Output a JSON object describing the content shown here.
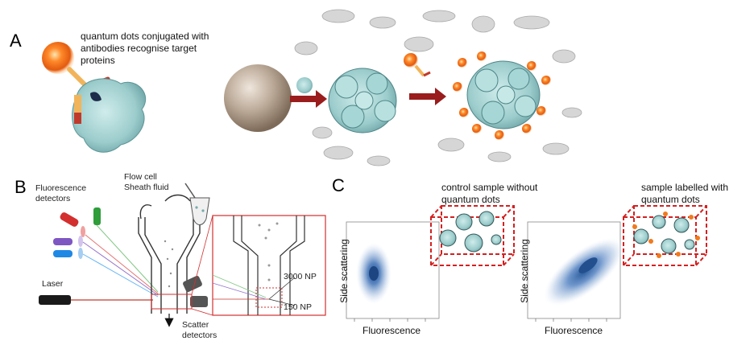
{
  "panels": {
    "a": {
      "letter": "A",
      "caption": "quantum dots conjugated with antibodies recognise target proteins"
    },
    "b": {
      "letter": "B",
      "fluorescence_detectors": "Fluorescence detectors",
      "flow_cell": "Flow cell",
      "sheath_fluid": "Sheath fluid",
      "laser": "Laser",
      "scatter_detectors": "Scatter detectors",
      "np_3000": "3000 NP",
      "np_150": "150 NP"
    },
    "c": {
      "letter": "C",
      "control_caption": "control sample without quantum dots",
      "labelled_caption": "sample labelled with quantum dots",
      "plot_left": {
        "ylabel": "Side scattering",
        "xlabel": "Fluorescence"
      },
      "plot_right": {
        "ylabel": "Side scattering",
        "xlabel": "Fluorescence"
      }
    }
  },
  "colors": {
    "quantum_dot": "#f07a1e",
    "protein": "#a9d8d6",
    "arrow": "#9a1c1c",
    "dashed_box": "#d42020",
    "density": "#2b5fa0"
  },
  "icons": [
    "quantum-dot-icon",
    "antibody-icon",
    "protein-icon",
    "nanoparticle-sphere-icon",
    "laser-icon",
    "flow-cell-icon",
    "detector-icon"
  ]
}
